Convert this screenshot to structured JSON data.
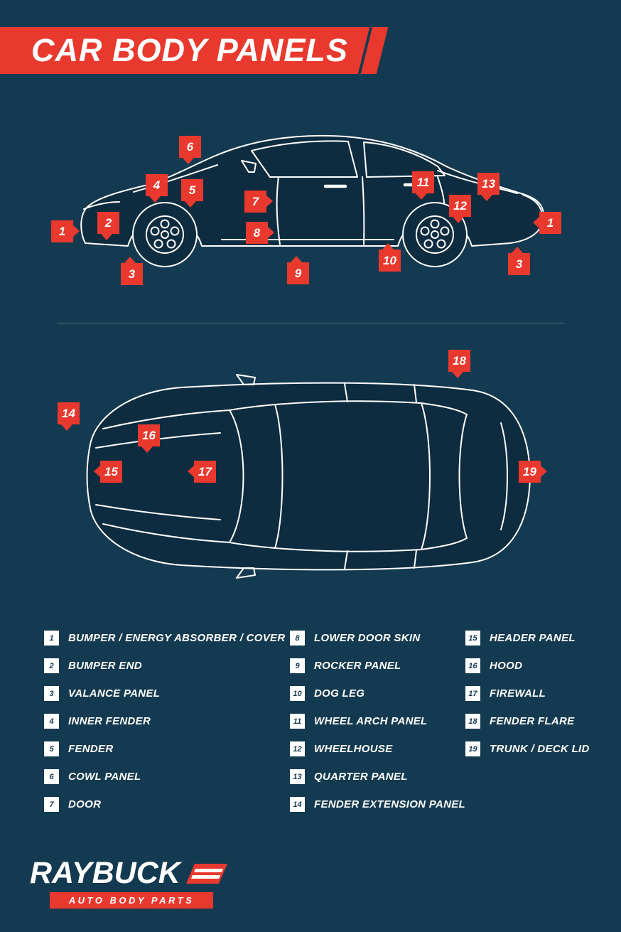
{
  "header": {
    "title": "CAR BODY PANELS"
  },
  "colors": {
    "background": "#143a51",
    "accent_red": "#e9392e",
    "line_white": "#ffffff",
    "car_fill": "#0d2c3f"
  },
  "side_view": {
    "badges": [
      {
        "number": "1"
      },
      {
        "number": "2"
      },
      {
        "number": "3"
      },
      {
        "number": "4"
      },
      {
        "number": "5"
      },
      {
        "number": "6"
      },
      {
        "number": "7"
      },
      {
        "number": "8"
      },
      {
        "number": "9"
      },
      {
        "number": "10"
      },
      {
        "number": "11"
      },
      {
        "number": "12"
      },
      {
        "number": "13"
      },
      {
        "number": "1"
      },
      {
        "number": "3"
      }
    ]
  },
  "top_view": {
    "badges": [
      {
        "number": "14"
      },
      {
        "number": "15"
      },
      {
        "number": "16"
      },
      {
        "number": "17"
      },
      {
        "number": "18"
      },
      {
        "number": "19"
      }
    ]
  },
  "legend": {
    "items": [
      {
        "num": "1",
        "label": "BUMPER / ENERGY ABSORBER / COVER"
      },
      {
        "num": "2",
        "label": "BUMPER END"
      },
      {
        "num": "3",
        "label": "VALANCE PANEL"
      },
      {
        "num": "4",
        "label": "INNER FENDER"
      },
      {
        "num": "5",
        "label": "FENDER"
      },
      {
        "num": "6",
        "label": "COWL PANEL"
      },
      {
        "num": "7",
        "label": "DOOR"
      },
      {
        "num": "8",
        "label": "LOWER DOOR SKIN"
      },
      {
        "num": "9",
        "label": "ROCKER PANEL"
      },
      {
        "num": "10",
        "label": "DOG LEG"
      },
      {
        "num": "11",
        "label": "WHEEL ARCH PANEL"
      },
      {
        "num": "12",
        "label": "WHEELHOUSE"
      },
      {
        "num": "13",
        "label": "QUARTER PANEL"
      },
      {
        "num": "14",
        "label": "FENDER EXTENSION PANEL"
      },
      {
        "num": "15",
        "label": "HEADER PANEL"
      },
      {
        "num": "16",
        "label": "HOOD"
      },
      {
        "num": "17",
        "label": "FIREWALL"
      },
      {
        "num": "18",
        "label": "FENDER FLARE"
      },
      {
        "num": "19",
        "label": "TRUNK / DECK LID"
      }
    ]
  },
  "footer": {
    "brand": "RAYBUCK",
    "tagline": "AUTO BODY PARTS"
  }
}
